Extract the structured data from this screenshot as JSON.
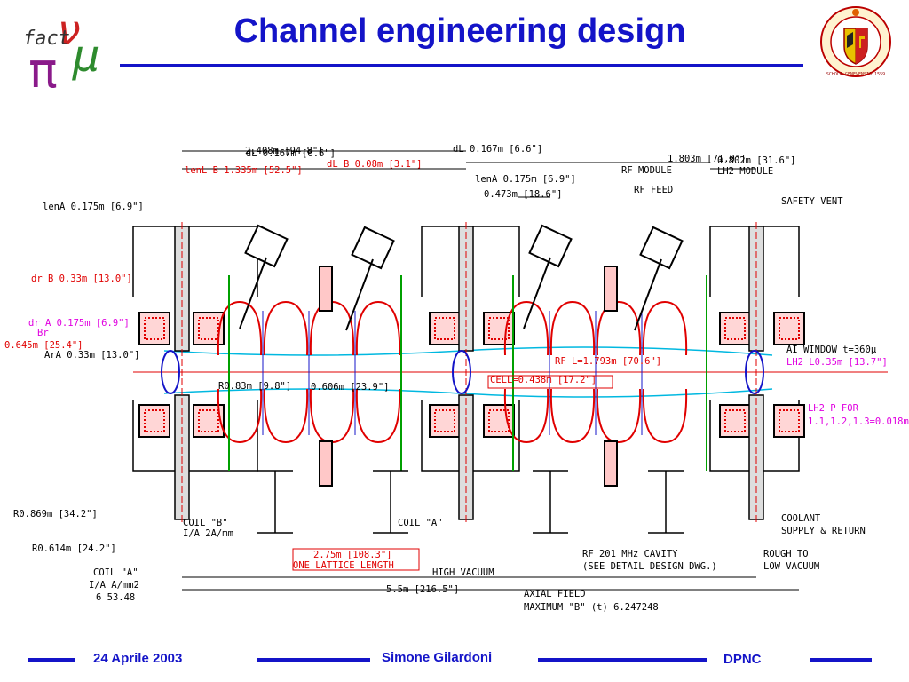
{
  "header": {
    "title": "Channel engineering design",
    "logo_text": {
      "fact": "fact",
      "nu": "ν",
      "pi": "π",
      "mu": "μ"
    },
    "seal_text": "SCHOLA GENEVENSIS 1559"
  },
  "diagram": {
    "labels": [
      "2.408m [94.8\"]",
      "dL 0.167m [6.6\"]",
      "1.803m [71.0\"]",
      "RF MODULE",
      "0.802m [31.6\"]",
      "LH2 MODULE",
      "lenL B 1.335m [52.5\"]",
      "dL B 0.08m [3.1\"]",
      "lenA 0.175m [6.9\"]",
      "0.473m [18.6\"]",
      "RF FEED",
      "dL 0.167m [6.6\"]",
      "lenA 0.175m [6.9\"]",
      "SAFETY VENT",
      "dr B 0.33m [13.0\"]",
      "dr A 0.175m [6.9\"]",
      "Br",
      "0.645m [25.4\"]",
      "ArA 0.33m [13.0\"]",
      "AI WINDOW t=360µ",
      "LH2 L0.35m [13.7\"]",
      "RF L=1.793m [70.6\"]",
      "CELL=0.438m [17.2\"]",
      "R0.83m [9.8\"]",
      "0.606m [23.9\"]",
      "LH2 P FOR",
      "1.1,1.2,1.3=0.018m",
      "R0.869m [34.2\"]",
      "COIL \"B\"",
      "I/A 2A/mm",
      "COIL \"A\"",
      "COOLANT",
      "SUPPLY & RETURN",
      "R0.614m [24.2\"]",
      "2.75m [108.3\"]",
      "ONE LATTICE LENGTH",
      "RF 201 MHz CAVITY",
      "(SEE DETAIL DESIGN DWG.)",
      "ROUGH TO",
      "LOW VACUUM",
      "COIL \"A\"",
      "HIGH VACUUM",
      "I/A A/mm2",
      "6   53.48",
      "5.5m [216.5\"]",
      "AXIAL FIELD",
      "MAXIMUM \"B\" (t) 6.247248"
    ]
  },
  "footer": {
    "date": "24 Aprile 2003",
    "author": "Simone Gilardoni",
    "group": "DPNC"
  },
  "colors": {
    "accent": "#1414c8",
    "red": "#e00000",
    "magenta": "#e000e0",
    "cyan": "#00b8e0",
    "green": "#00a000"
  }
}
